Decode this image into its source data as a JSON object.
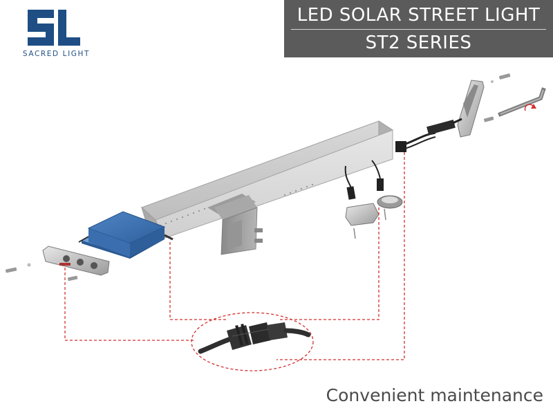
{
  "brand": {
    "name": "SACRED LIGHT",
    "mark": "SL",
    "color": "#1e4e84"
  },
  "header": {
    "title": "LED SOLAR STREET LIGHT",
    "series": "ST2 SERIES",
    "background": "#5b5b5b"
  },
  "caption": "Convenient maintenance",
  "colors": {
    "dash": "#d32f2f",
    "panel": "#3f76b8",
    "housing": "#c8c8c8",
    "connector": "#333333"
  },
  "icons": [
    "screw-icon",
    "hex-key-icon",
    "rotate-arrow-icon"
  ]
}
